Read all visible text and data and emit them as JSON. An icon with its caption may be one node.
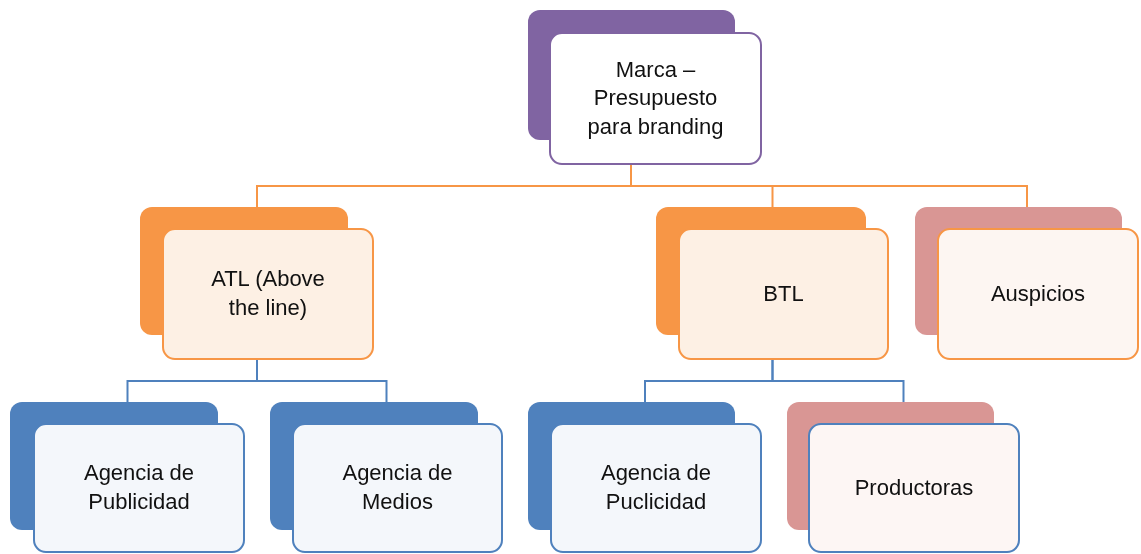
{
  "diagram": {
    "nodes": [
      {
        "text": [
          "Marca – Presupuesto para branding"
        ]
      },
      {
        "text": [
          "ATL (Above the line)"
        ]
      },
      {
        "text": [
          "BTL"
        ]
      },
      {
        "text": [
          "Auspicios"
        ]
      },
      {
        "text": [
          "Agencia de Publicidad"
        ]
      },
      {
        "text": [
          "Agencia de Medios"
        ]
      },
      {
        "text": [
          "Agencia de Puclicidad"
        ]
      },
      {
        "text": [
          "Productoras"
        ]
      }
    ],
    "edges": [
      {
        "from": 0,
        "to": 1,
        "arrow": "none",
        "color": "#f79646"
      },
      {
        "from": 0,
        "to": 2,
        "arrow": "none",
        "color": "#f79646"
      },
      {
        "from": 0,
        "to": 3,
        "arrow": "none",
        "color": "#f79646"
      },
      {
        "from": 1,
        "to": 4,
        "arrow": "none"
      },
      {
        "from": 1,
        "to": 5,
        "arrow": "none"
      },
      {
        "from": 2,
        "to": 6,
        "arrow": "none"
      },
      {
        "from": 2,
        "to": 7,
        "arrow": "none"
      }
    ]
  }
}
